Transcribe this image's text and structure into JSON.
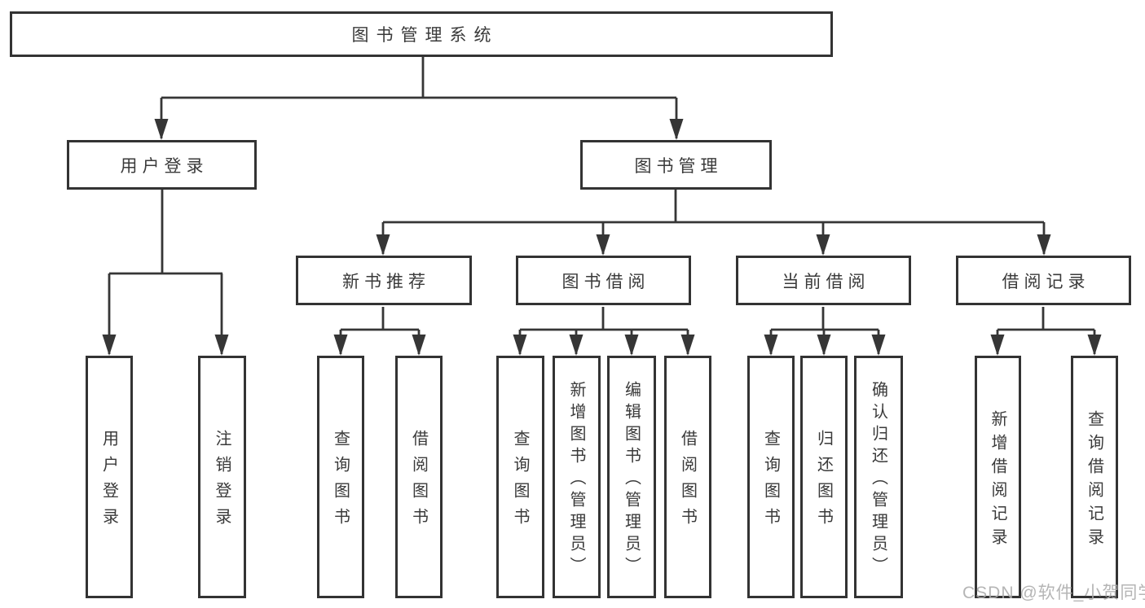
{
  "tree": {
    "root": "图书管理系统",
    "branches": [
      {
        "label": "用户登录",
        "children": [
          {
            "label": "用户登录"
          },
          {
            "label": "注销登录"
          }
        ]
      },
      {
        "label": "图书管理",
        "children": [
          {
            "label": "新书推荐",
            "children": [
              {
                "label": "查询图书"
              },
              {
                "label": "借阅图书"
              }
            ]
          },
          {
            "label": "图书借阅",
            "children": [
              {
                "label": "查询图书"
              },
              {
                "label": "新增图书（管理员）"
              },
              {
                "label": "编辑图书（管理员）"
              },
              {
                "label": "借阅图书"
              }
            ]
          },
          {
            "label": "当前借阅",
            "children": [
              {
                "label": "查询图书"
              },
              {
                "label": "归还图书"
              },
              {
                "label": "确认归还（管理员）"
              }
            ]
          },
          {
            "label": "借阅记录",
            "children": [
              {
                "label": "新增借阅记录"
              },
              {
                "label": "查询借阅记录"
              }
            ]
          }
        ]
      }
    ]
  },
  "watermark": {
    "text": "CSDN @软件_小贺同学"
  },
  "colors": {
    "line": "#363636",
    "box_border": "#333333",
    "text": "#3a3a3a",
    "watermark": "#ababab",
    "background": "#ffffff"
  }
}
